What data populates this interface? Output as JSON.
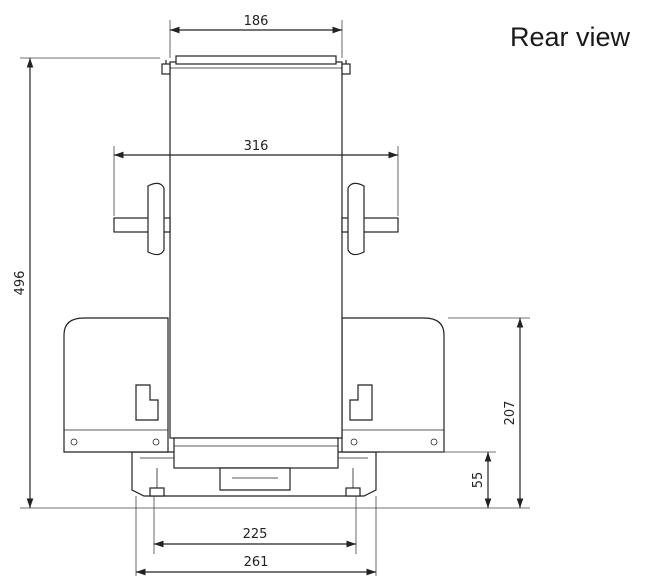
{
  "view_title": "Rear view",
  "dimensions": {
    "top_width": "186",
    "handle_span": "316",
    "total_height": "496",
    "body_height": "207",
    "foot_height": "55",
    "foot_spacing": "225",
    "base_width": "261"
  }
}
